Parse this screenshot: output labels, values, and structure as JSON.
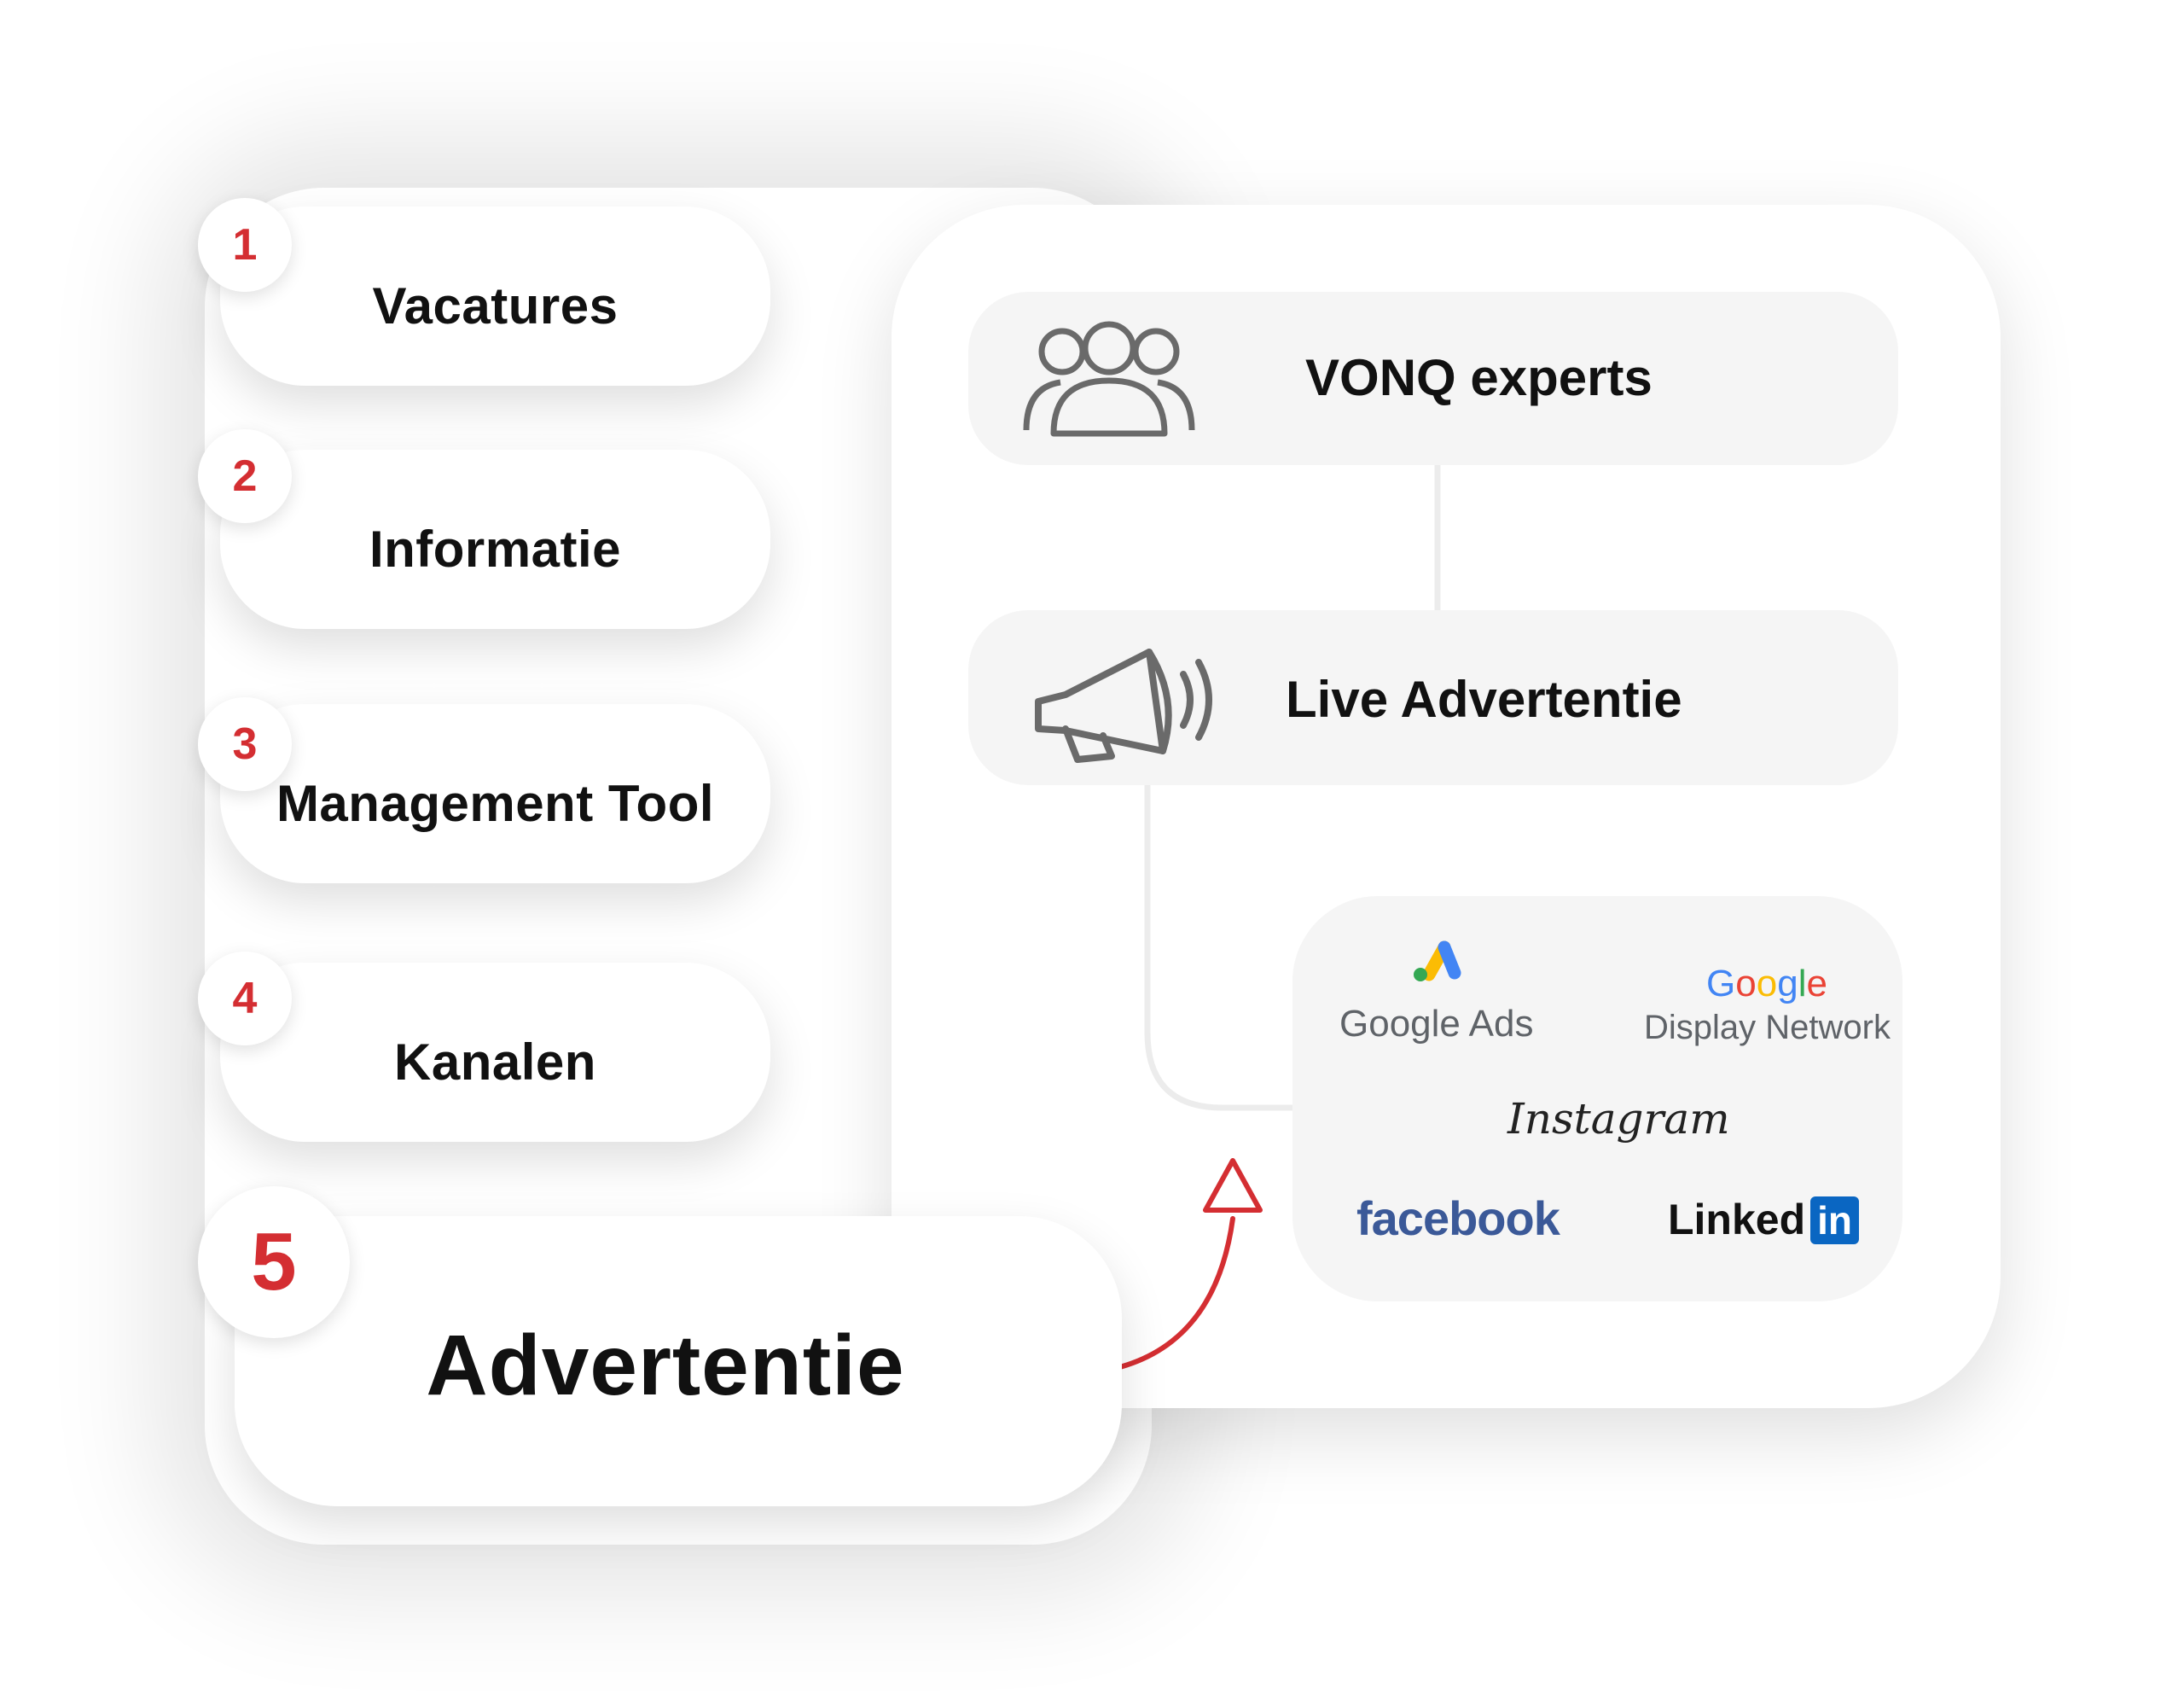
{
  "steps": [
    {
      "num": "1",
      "label": "Vacatures"
    },
    {
      "num": "2",
      "label": "Informatie"
    },
    {
      "num": "3",
      "label": "Management Tool"
    },
    {
      "num": "4",
      "label": "Kanalen"
    },
    {
      "num": "5",
      "label": "Advertentie"
    }
  ],
  "panel": {
    "experts": {
      "label": "VONQ experts",
      "icon": "people-group-icon"
    },
    "live": {
      "label": "Live Advertentie",
      "icon": "megaphone-icon"
    }
  },
  "logos": {
    "google_ads": "Google Ads",
    "google_word": "Google",
    "display_network": "Display Network",
    "instagram": "Instagram",
    "facebook": "facebook",
    "linkedin_word": "Linked",
    "linkedin_in": "in"
  },
  "colors": {
    "accent_red": "#d42e32",
    "row_bg": "#f5f5f5",
    "facebook_blue": "#3b5998",
    "linkedin_blue": "#0a66c2",
    "icon_gray": "#6a6a6a"
  }
}
